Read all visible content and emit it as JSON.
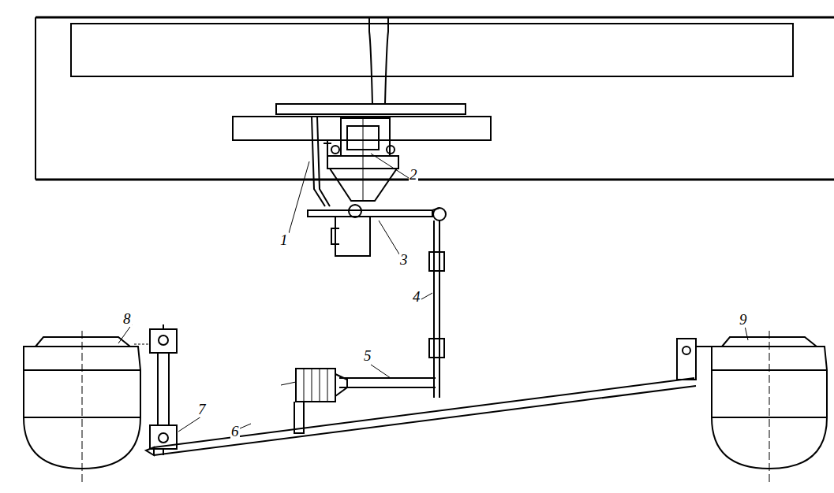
{
  "diagram": {
    "labels": [
      "1",
      "2",
      "3",
      "4",
      "5",
      "6",
      "7",
      "8",
      "9"
    ]
  }
}
